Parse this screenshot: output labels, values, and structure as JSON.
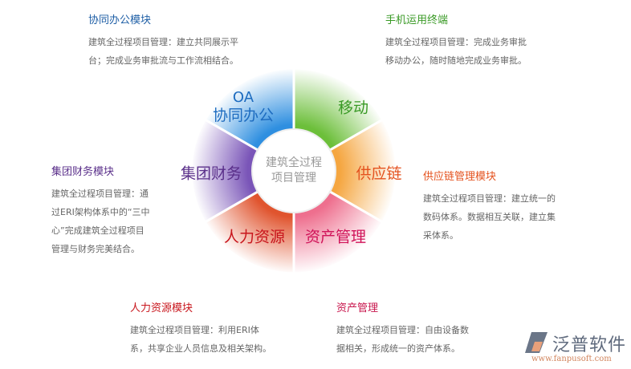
{
  "center": {
    "line1": "建筑全过程",
    "line2": "项目管理"
  },
  "segments": [
    {
      "label_top": "OA",
      "label": "协同办公",
      "color": "#2f8fe0"
    },
    {
      "label": "移动",
      "color": "#6cbf3a"
    },
    {
      "label": "供应链",
      "color": "#f5a640"
    },
    {
      "label": "资产管理",
      "color": "#ee6f8e"
    },
    {
      "label": "人力资源",
      "color": "#e0542e"
    },
    {
      "label": "集团财务",
      "color": "#7a55b8"
    }
  ],
  "modules": [
    {
      "title": "协同办公模块",
      "lines": [
        "建筑全过程项目管理：建立共同展示平",
        "台；完成业务审批流与工作流相结合。"
      ],
      "color": "#1f5fa6"
    },
    {
      "title": "手机运用终端",
      "lines": [
        "建筑全过程项目管理：完成业务审批",
        "移动办公，随时随地完成业务审批。"
      ],
      "color": "#3a9a26"
    },
    {
      "title": "集团财务模块",
      "lines": [
        "建筑全过程项目管理：通",
        "过ERI架构体系中的“三中",
        "心”完成建筑全过程项目",
        "管理与财务完美结合。"
      ],
      "color": "#5a2f8a"
    },
    {
      "title": "供应链管理模块",
      "lines": [
        "建筑全过程项目管理：建立统一的",
        "数码体系。数据相互关联，建立集",
        "采体系。"
      ],
      "color": "#e4521e"
    },
    {
      "title": "人力资源模块",
      "lines": [
        "建筑全过程项目管理：利用ERI体",
        "系，共享企业人员信息及相关架构。"
      ],
      "color": "#c8161d"
    },
    {
      "title": "资产管理",
      "lines": [
        "建筑全过程项目管理：自由设备数",
        "据相关，形成统一的资产体系。"
      ],
      "color": "#c8164d"
    }
  ],
  "logo": {
    "name": "泛普软件",
    "url": "www.fanpusoft.com"
  }
}
